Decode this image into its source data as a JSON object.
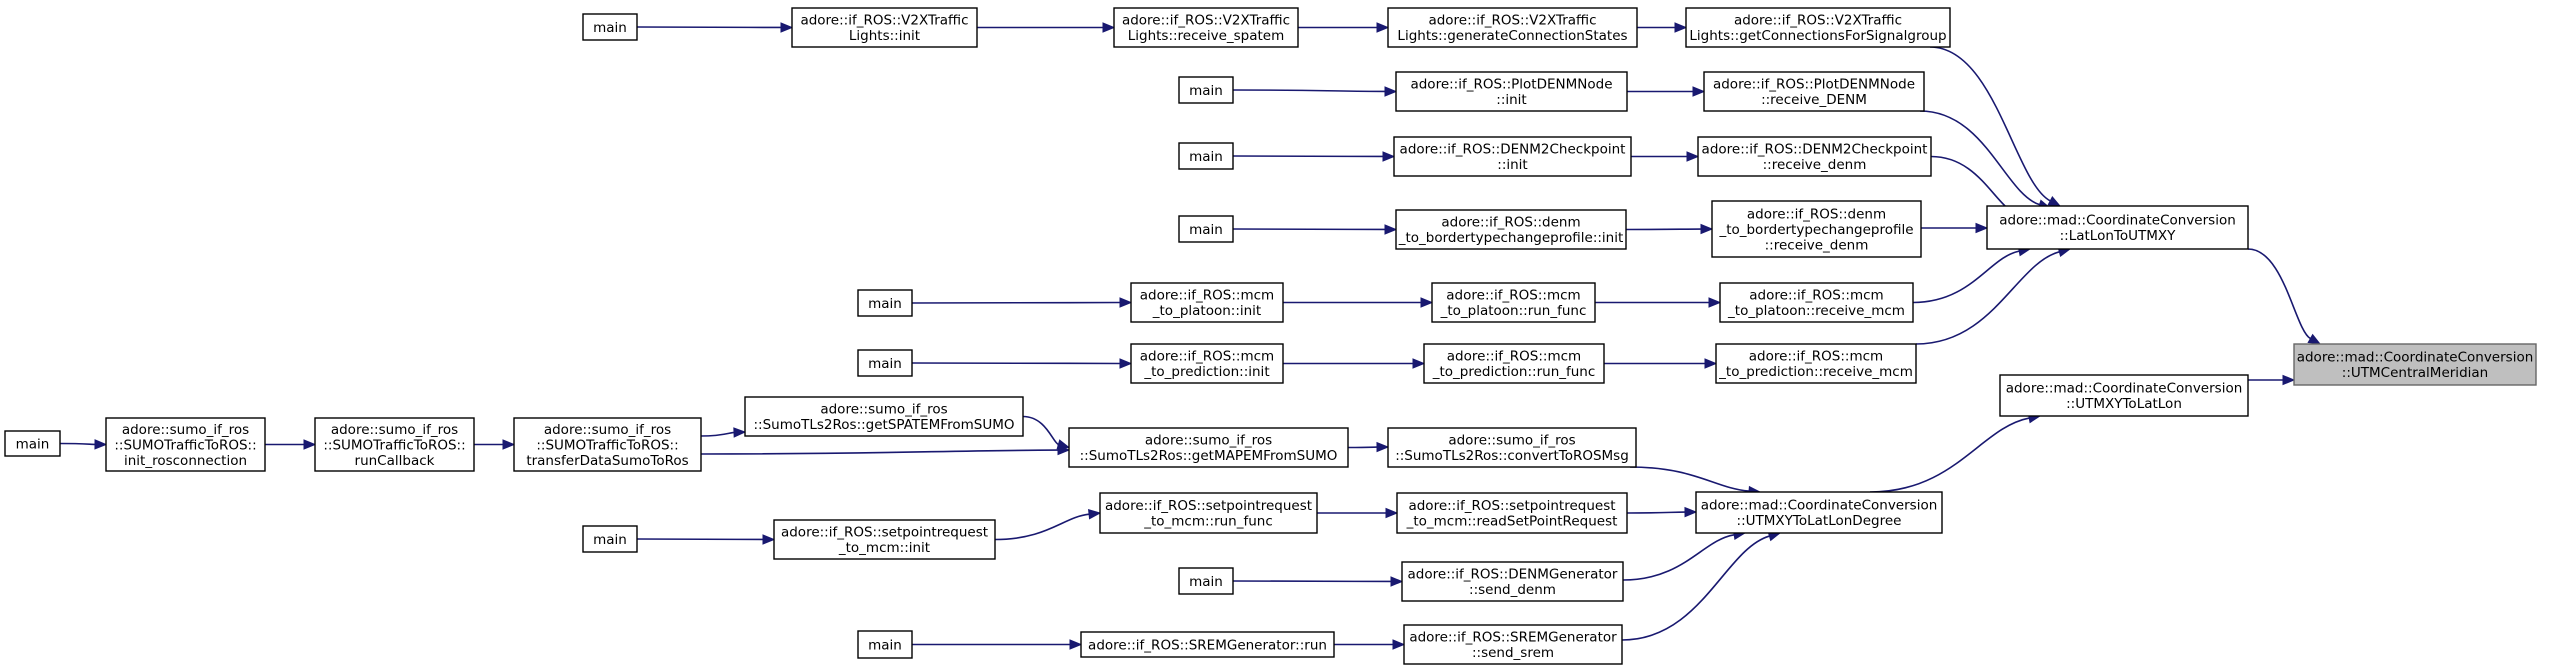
{
  "graph_type": "doxygen-caller-graph",
  "colors": {
    "edge": "#191970",
    "root_fill": "#bfbfbf",
    "node_fill": "#ffffff",
    "node_border": "#000000"
  },
  "nodes": [
    {
      "id": "utmcm",
      "lines": [
        "adore::mad::CoordinateConversion",
        "::UTMCentralMeridian"
      ],
      "root": true
    },
    {
      "id": "latlon",
      "lines": [
        "adore::mad::CoordinateConversion",
        "::LatLonToUTMXY"
      ]
    },
    {
      "id": "utm2ll",
      "lines": [
        "adore::mad::CoordinateConversion",
        "::UTMXYToLatLon"
      ]
    },
    {
      "id": "utm2lld",
      "lines": [
        "adore::mad::CoordinateConversion",
        "::UTMXYToLatLonDegree"
      ]
    },
    {
      "id": "getconn",
      "lines": [
        "adore::if_ROS::V2XTraffic",
        "Lights::getConnectionsForSignalgroup"
      ]
    },
    {
      "id": "genconn",
      "lines": [
        "adore::if_ROS::V2XTraffic",
        "Lights::generateConnectionStates"
      ]
    },
    {
      "id": "recvspat",
      "lines": [
        "adore::if_ROS::V2XTraffic",
        "Lights::receive_spatem"
      ]
    },
    {
      "id": "v2xinit",
      "lines": [
        "adore::if_ROS::V2XTraffic",
        "Lights::init"
      ]
    },
    {
      "id": "main1",
      "lines": [
        "main"
      ]
    },
    {
      "id": "plotrecv",
      "lines": [
        "adore::if_ROS::PlotDENMNode",
        "::receive_DENM"
      ]
    },
    {
      "id": "plotinit",
      "lines": [
        "adore::if_ROS::PlotDENMNode",
        "::init"
      ]
    },
    {
      "id": "main2",
      "lines": [
        "main"
      ]
    },
    {
      "id": "d2crecv",
      "lines": [
        "adore::if_ROS::DENM2Checkpoint",
        "::receive_denm"
      ]
    },
    {
      "id": "d2cinit",
      "lines": [
        "adore::if_ROS::DENM2Checkpoint",
        "::init"
      ]
    },
    {
      "id": "main3",
      "lines": [
        "main"
      ]
    },
    {
      "id": "dbrecv",
      "lines": [
        "adore::if_ROS::denm",
        "_to_bordertypechangeprofile",
        "::receive_denm"
      ]
    },
    {
      "id": "dbinit",
      "lines": [
        "adore::if_ROS::denm",
        "_to_bordertypechangeprofile::init"
      ]
    },
    {
      "id": "main4",
      "lines": [
        "main"
      ]
    },
    {
      "id": "mplrecv",
      "lines": [
        "adore::if_ROS::mcm",
        "_to_platoon::receive_mcm"
      ]
    },
    {
      "id": "mplrun",
      "lines": [
        "adore::if_ROS::mcm",
        "_to_platoon::run_func"
      ]
    },
    {
      "id": "mplinit",
      "lines": [
        "adore::if_ROS::mcm",
        "_to_platoon::init"
      ]
    },
    {
      "id": "main5",
      "lines": [
        "main"
      ]
    },
    {
      "id": "mprrecv",
      "lines": [
        "adore::if_ROS::mcm",
        "_to_prediction::receive_mcm"
      ]
    },
    {
      "id": "mprrun",
      "lines": [
        "adore::if_ROS::mcm",
        "_to_prediction::run_func"
      ]
    },
    {
      "id": "mprinit",
      "lines": [
        "adore::if_ROS::mcm",
        "_to_prediction::init"
      ]
    },
    {
      "id": "main6",
      "lines": [
        "main"
      ]
    },
    {
      "id": "conv",
      "lines": [
        "adore::sumo_if_ros",
        "::SumoTLs2Ros::convertToROSMsg"
      ]
    },
    {
      "id": "getmap",
      "lines": [
        "adore::sumo_if_ros",
        "::SumoTLs2Ros::getMAPEMFromSUMO"
      ]
    },
    {
      "id": "getspat",
      "lines": [
        "adore::sumo_if_ros",
        "::SumoTLs2Ros::getSPATEMFromSUMO"
      ]
    },
    {
      "id": "transfer",
      "lines": [
        "adore::sumo_if_ros",
        "::SUMOTrafficToROS::",
        "transferDataSumoToRos"
      ]
    },
    {
      "id": "runcb",
      "lines": [
        "adore::sumo_if_ros",
        "::SUMOTrafficToROS::",
        "runCallback"
      ]
    },
    {
      "id": "initros",
      "lines": [
        "adore::sumo_if_ros",
        "::SUMOTrafficToROS::",
        "init_rosconnection"
      ]
    },
    {
      "id": "main7",
      "lines": [
        "main"
      ]
    },
    {
      "id": "sprread",
      "lines": [
        "adore::if_ROS::setpointrequest",
        "_to_mcm::readSetPointRequest"
      ]
    },
    {
      "id": "sprrun",
      "lines": [
        "adore::if_ROS::setpointrequest",
        "_to_mcm::run_func"
      ]
    },
    {
      "id": "sprinit",
      "lines": [
        "adore::if_ROS::setpointrequest",
        "_to_mcm::init"
      ]
    },
    {
      "id": "main8",
      "lines": [
        "main"
      ]
    },
    {
      "id": "dgsend",
      "lines": [
        "adore::if_ROS::DENMGenerator",
        "::send_denm"
      ]
    },
    {
      "id": "main9",
      "lines": [
        "main"
      ]
    },
    {
      "id": "srsend",
      "lines": [
        "adore::if_ROS::SREMGenerator",
        "::send_srem"
      ]
    },
    {
      "id": "srrun",
      "lines": [
        "adore::if_ROS::SREMGenerator::run"
      ]
    },
    {
      "id": "main10",
      "lines": [
        "main"
      ]
    }
  ],
  "edges": [
    [
      "latlon",
      "utmcm"
    ],
    [
      "utm2ll",
      "utmcm"
    ],
    [
      "utm2lld",
      "utm2ll"
    ],
    [
      "getconn",
      "latlon"
    ],
    [
      "genconn",
      "getconn"
    ],
    [
      "recvspat",
      "genconn"
    ],
    [
      "v2xinit",
      "recvspat"
    ],
    [
      "main1",
      "v2xinit"
    ],
    [
      "plotrecv",
      "latlon"
    ],
    [
      "plotinit",
      "plotrecv"
    ],
    [
      "main2",
      "plotinit"
    ],
    [
      "d2crecv",
      "latlon"
    ],
    [
      "d2cinit",
      "d2crecv"
    ],
    [
      "main3",
      "d2cinit"
    ],
    [
      "dbrecv",
      "latlon"
    ],
    [
      "dbinit",
      "dbrecv"
    ],
    [
      "main4",
      "dbinit"
    ],
    [
      "mplrecv",
      "latlon"
    ],
    [
      "mplrun",
      "mplrecv"
    ],
    [
      "mplinit",
      "mplrun"
    ],
    [
      "main5",
      "mplinit"
    ],
    [
      "mprrecv",
      "latlon"
    ],
    [
      "mprrun",
      "mprrecv"
    ],
    [
      "mprinit",
      "mprrun"
    ],
    [
      "main6",
      "mprinit"
    ],
    [
      "conv",
      "utm2lld"
    ],
    [
      "getmap",
      "conv"
    ],
    [
      "getspat",
      "getmap"
    ],
    [
      "transfer",
      "getspat"
    ],
    [
      "transfer",
      "getmap"
    ],
    [
      "runcb",
      "transfer"
    ],
    [
      "initros",
      "runcb"
    ],
    [
      "main7",
      "initros"
    ],
    [
      "sprread",
      "utm2lld"
    ],
    [
      "sprrun",
      "sprread"
    ],
    [
      "sprinit",
      "sprrun"
    ],
    [
      "main8",
      "sprinit"
    ],
    [
      "dgsend",
      "utm2lld"
    ],
    [
      "main9",
      "dgsend"
    ],
    [
      "srsend",
      "utm2lld"
    ],
    [
      "srrun",
      "srsend"
    ],
    [
      "main10",
      "srrun"
    ]
  ]
}
